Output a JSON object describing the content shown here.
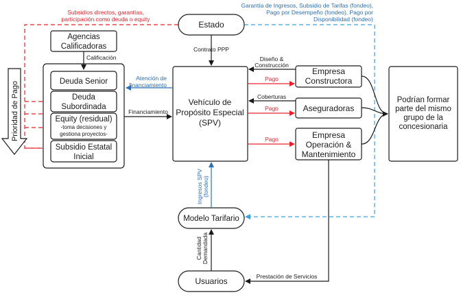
{
  "nodes": {
    "estado": "Estado",
    "agencias_l1": "Agencias",
    "agencias_l2": "Calificadoras",
    "deuda_senior": "Deuda Senior",
    "deuda_sub_l1": "Deuda",
    "deuda_sub_l2": "Subordinada",
    "equity_l1": "Equity (residual)",
    "equity_l2": "-toma decisiones y",
    "equity_l3": "gestiona proyectos-",
    "subsidio_l1": "Subsidio Estatal",
    "subsidio_l2": "Inicial",
    "spv_l1": "Vehículo de",
    "spv_l2": "Propósito Especial",
    "spv_l3": "(SPV)",
    "constructora_l1": "Empresa",
    "constructora_l2": "Constructora",
    "aseguradoras": "Aseguradoras",
    "operacion_l1": "Empresa",
    "operacion_l2": "Operación &",
    "operacion_l3": "Mantenimiento",
    "concesionaria_l1": "Podrían formar",
    "concesionaria_l2": "parte del mismo",
    "concesionaria_l3": "grupo de la",
    "concesionaria_l4": "concesionaria",
    "modelo_tarifario": "Modelo Tarifario",
    "usuarios": "Usuarios"
  },
  "side_label": "Prioridad de Pago",
  "edge_labels": {
    "subsidios_l1": "Subsidios directos, garantías,",
    "subsidios_l2": "participación como deuda o equity",
    "garantia_l1": "Garantía de Ingresos, Subsidio de Tarifas (fondeo),",
    "garantia_l2": "Pago por Desempeño (fondeo), Pago por",
    "garantia_l3": "Disponibilidad (fondeo)",
    "calificacion": "Calificación",
    "contrato_ppp": "Contrato PPP",
    "atencion_l1": "Atención de",
    "atencion_l2": "financiamiento",
    "financiamiento": "Financiamiento",
    "diseno_l1": "Diseño &",
    "diseno_l2": "Construcción",
    "pago_1": "Pago",
    "coberturas": "Coberturas",
    "pago_2": "Pago",
    "pago_3": "Pago",
    "ingresos_l1": "Ingresos SPV",
    "ingresos_l2": "(fondeo)",
    "cantidad_l1": "Cantidad",
    "cantidad_l2": "Demandada",
    "prestacion": "Prestación de Servicios"
  },
  "colors": {
    "ink": "#1a1a1a",
    "red": "#e8202a",
    "blue": "#2e6fb7",
    "dash_red": "#e8202a",
    "dash_blue": "#3ea0de",
    "arrow_fill": "#ffffff"
  }
}
